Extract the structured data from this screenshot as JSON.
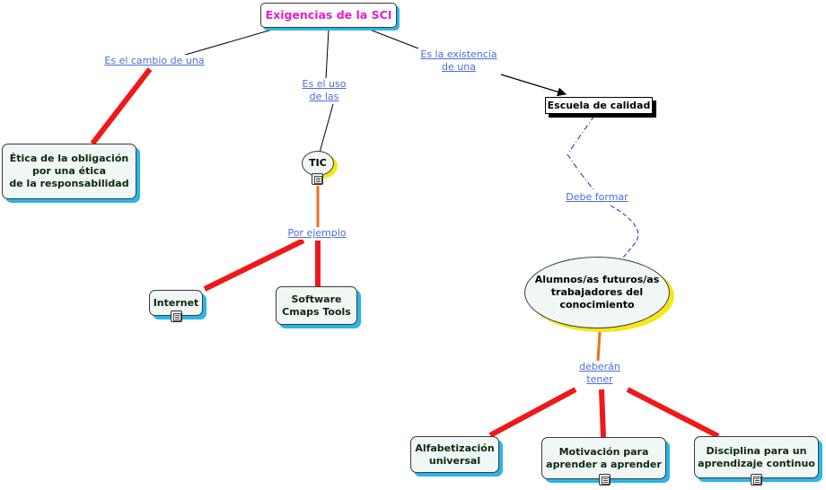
{
  "nodes": {
    "root": "Exigencias de la SCI",
    "etica": "Ética de la obligación\npor una ética\nde la responsabilidad",
    "tic": "TIC",
    "escuela": "Escuela de calidad",
    "internet": "Internet",
    "software": "Software\nCmaps Tools",
    "alumnos": "Alumnos/as futuros/as\ntrabajadores del\nconocimiento",
    "alfabetizacion": "Alfabetización\nuniversal",
    "motivacion": "Motivación para\naprender a aprender",
    "disciplina": "Disciplina para un\naprendizaje continuo"
  },
  "links": {
    "cambio": "Es el cambio de una",
    "uso": "Es el uso\nde las",
    "existencia": "Es la existencia\nde una",
    "ejemplo": "Por ejemplo",
    "formar": "Debe formar",
    "deberan": "deberán\ntener"
  },
  "colors": {
    "thick_line": "#f01818",
    "orange_line": "#e8731e",
    "shadow_blue": "#29b6e8",
    "shadow_yellow": "#f5e81a",
    "root_text": "#e51fd0",
    "link_text": "#4a6ed8"
  },
  "icons": {
    "resource": "document-icon"
  }
}
